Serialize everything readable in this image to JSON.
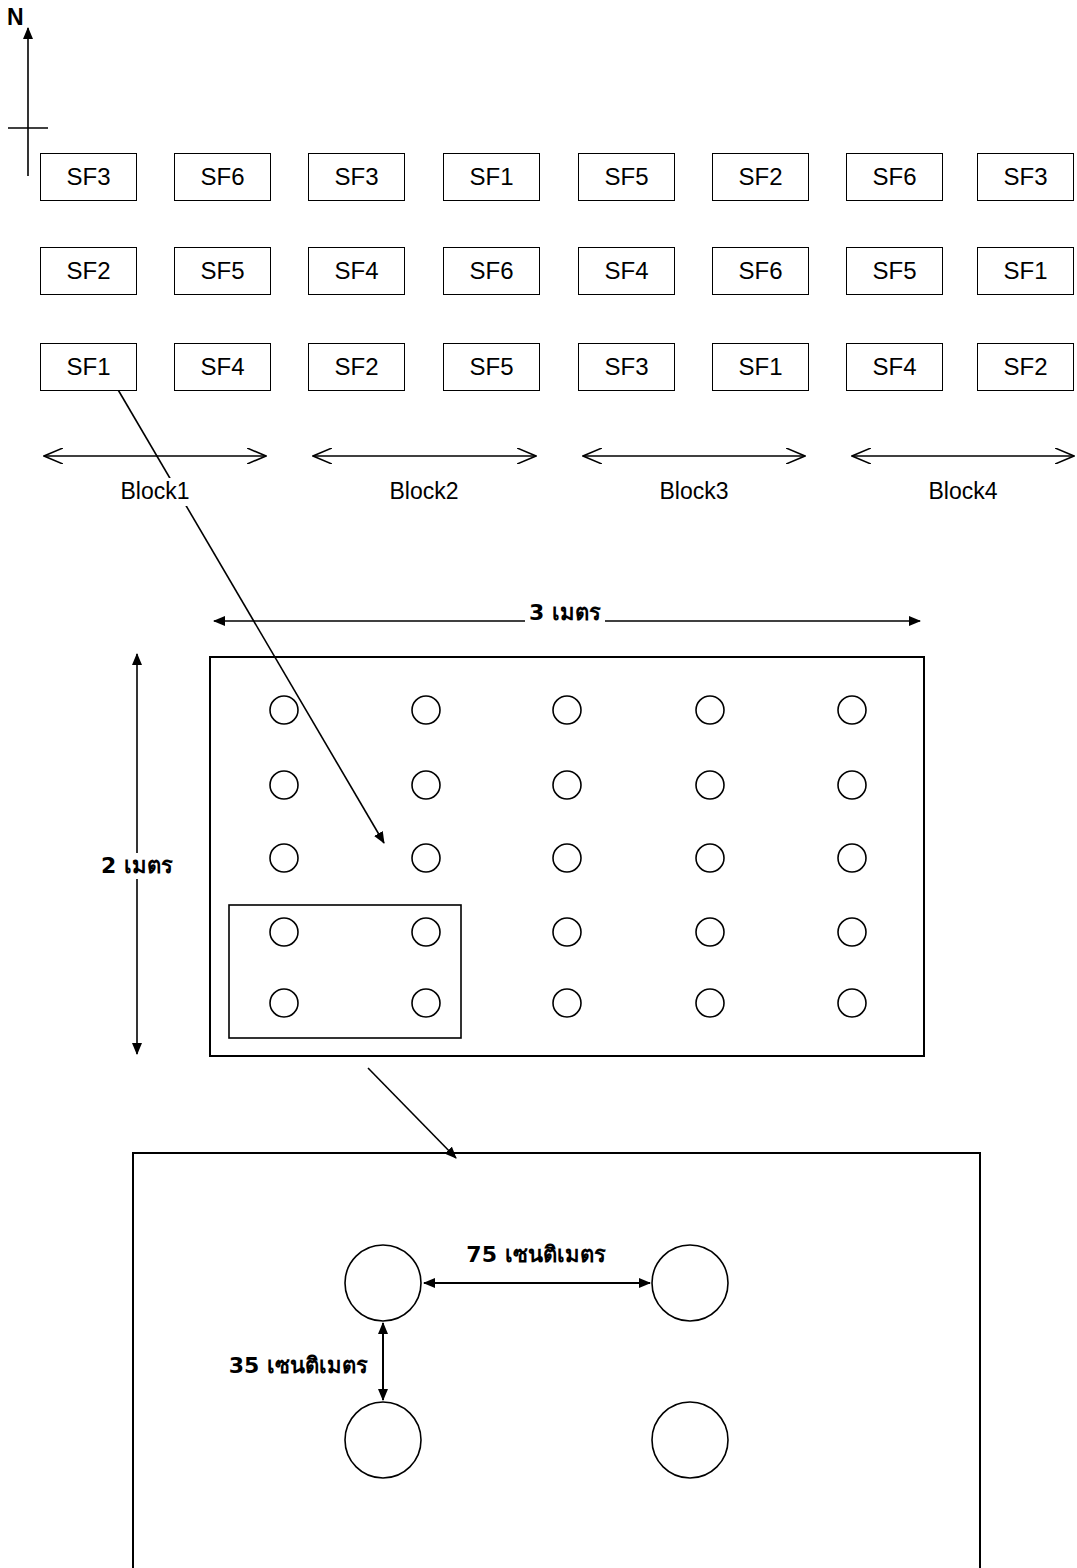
{
  "diagram": {
    "nodes": [
      {
        "text": [
          "SF3"
        ]
      },
      {
        "text": [
          "SF6"
        ]
      },
      {
        "text": [
          "SF3"
        ]
      },
      {
        "text": [
          "SF1"
        ]
      },
      {
        "text": [
          "SF5"
        ]
      },
      {
        "text": [
          "SF2"
        ]
      },
      {
        "text": [
          "SF6"
        ]
      },
      {
        "text": [
          "SF3"
        ]
      },
      {
        "text": [
          "SF2"
        ]
      },
      {
        "text": [
          "SF5"
        ]
      },
      {
        "text": [
          "SF4"
        ]
      },
      {
        "text": [
          "SF6"
        ]
      },
      {
        "text": [
          "SF4"
        ]
      },
      {
        "text": [
          "SF6"
        ]
      },
      {
        "text": [
          "SF5"
        ]
      },
      {
        "text": [
          "SF1"
        ]
      },
      {
        "text": [
          "SF1"
        ]
      },
      {
        "text": [
          "SF4"
        ]
      },
      {
        "text": [
          "SF2"
        ]
      },
      {
        "text": [
          "SF5"
        ]
      },
      {
        "text": [
          "SF3"
        ]
      },
      {
        "text": [
          "SF1"
        ]
      },
      {
        "text": [
          "SF4"
        ]
      },
      {
        "text": [
          "SF2"
        ]
      }
    ],
    "labels": [
      "N",
      "Block1",
      "Block2",
      "Block3",
      "Block4",
      "3 เมตร",
      "2 เมตร",
      "75 เซนติเมตร",
      "35 เซนติเมตร"
    ]
  }
}
